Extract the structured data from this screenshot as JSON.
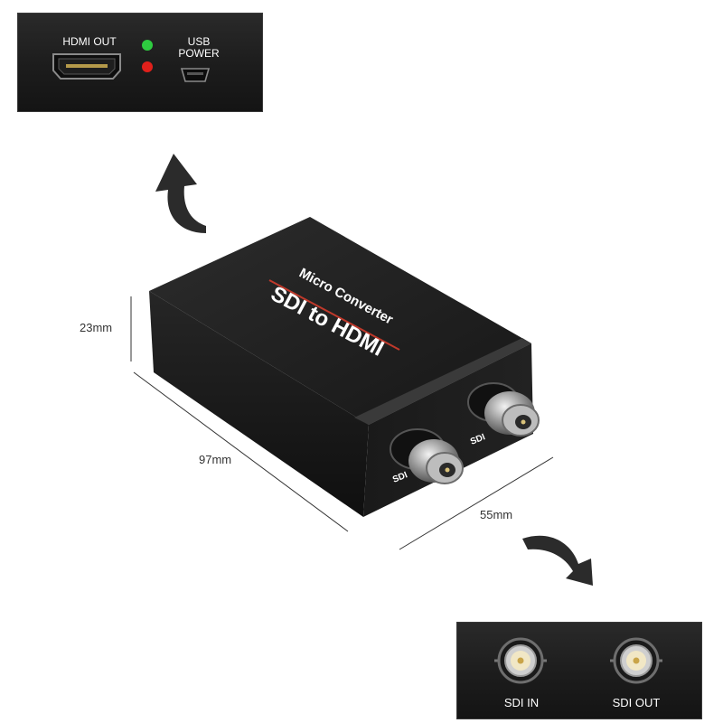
{
  "top_panel": {
    "hdmi_label": "HDMI OUT",
    "usb_label_line1": "USB",
    "usb_label_line2": "POWER",
    "led_colors": [
      "#2ecc40",
      "#e0201b"
    ]
  },
  "device": {
    "title_line1": "Micro Converter",
    "title_line2": "SDI to HDMI",
    "port_label_front": "SDI",
    "port_label_rear": "SDI"
  },
  "dimensions": {
    "height": "23mm",
    "length": "97mm",
    "width": "55mm"
  },
  "bottom_panel": {
    "sdi_in_label": "SDI IN",
    "sdi_out_label": "SDI OUT"
  },
  "colors": {
    "device_body": "#1d1d1d",
    "accent_line": "#c0392b",
    "arrow": "#2b2b2b"
  }
}
